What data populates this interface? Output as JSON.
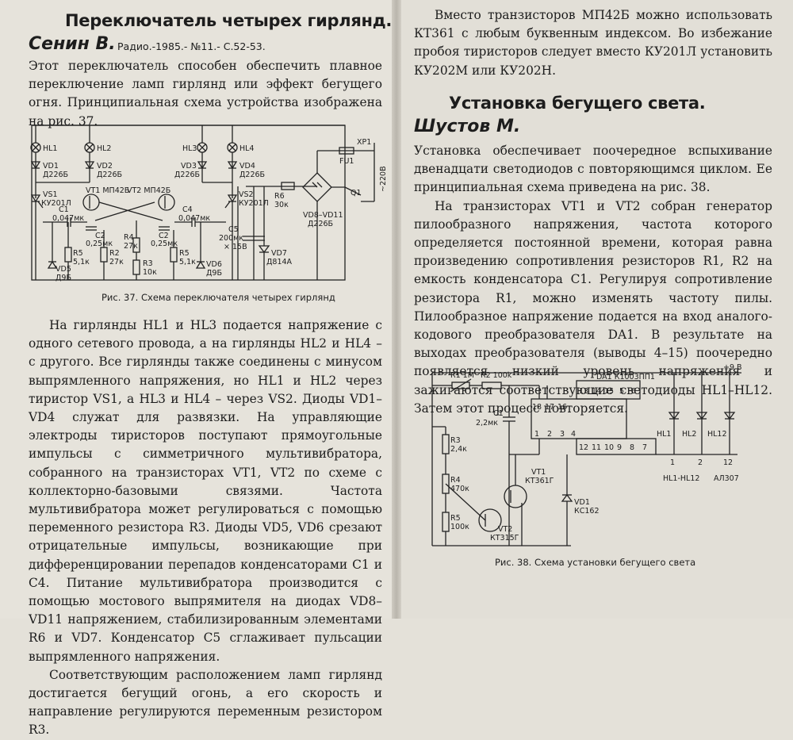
{
  "left": {
    "title": "Переключатель четырех гирлянд.",
    "author": "Сенин В.",
    "reference": "Радио.-1985.- №11.- С.52-53.",
    "intro": "Этот переключатель способен обеспечить плавное переключение ламп гирлянд или эффект бегущего огня. Принципиальная схема устройства изображена на рис. 37.",
    "figure_caption": "Рис. 37. Схема переключателя четырех гирлянд",
    "paragraph_1": "На гирлянды HL1 и HL3 подается напряжение с одного сетевого провода, а на гирлянды HL2 и HL4 – с другого. Все гирлянды также соединены с минусом выпрямленного напряжения, но HL1 и HL2 через тиристор VS1, а HL3 и HL4 – через VS2. Диоды VD1–VD4 служат для развязки. На управляющие электроды тиристоров поступают прямоугольные импульсы с симметричного мультивибратора, собранного на транзисторах VT1, VT2 по схеме с коллекторно-базовыми связями. Частота мультивибратора может регулироваться с помощью переменного резистора R3. Диоды VD5, VD6 срезают отрицательные импульсы, возникающие при дифференцировании перепадов конденсаторами C1 и C4. Питание мультивибратора производится с помощью мостового выпрямителя на диодах VD8–VD11 напряжением, стабилизированным элементами R6 и VD7. Конденсатор C5 сглаживает пульсации выпрямленного напряжения.",
    "paragraph_2": "Соответствующим расположением ламп гирлянд достигается бегущий огонь, а его скорость и направление регулируются переменным резистором R3.",
    "schematic_labels": {
      "hl1": "HL1",
      "hl2": "HL2",
      "hl3": "HL3",
      "hl4": "HL4",
      "vd1": "VD1",
      "vd2": "VD2",
      "vd3": "VD3",
      "vd4": "VD4",
      "vd_type": "Д226Б",
      "vs1": "VS1",
      "vs2": "VS2",
      "vs_type": "КУ201Л",
      "vt1": "VT1 МП42Б",
      "vt2": "VT2 МП42Б",
      "c1": "C1",
      "c1_val": "0,047мк",
      "c4": "C4",
      "c4_val": "0,047мк",
      "c2": "C2",
      "c2_val": "0,25мк",
      "c3": "C2",
      "c3_val": "0,25мк",
      "r5a": "R5",
      "r5a_val": "5,1к",
      "r2": "R2",
      "r2_val": "27к",
      "r4": "R4",
      "r4_val": "27к",
      "r3": "R3",
      "r3_val": "10к",
      "r5b": "R5",
      "r5b_val": "5,1к",
      "vd5": "VD5",
      "vd5_val": "Д9Б",
      "vd6": "VD6",
      "vd6_val": "Д9Б",
      "c5": "C5",
      "c5_val": "200мк",
      "c5_volt": "× 15В",
      "r6": "R6",
      "r6_val": "30к",
      "vd7": "VD7",
      "vd7_val": "Д814А",
      "bridge": "VD8–VD11",
      "bridge_val": "Д226Б",
      "fu1": "FU1",
      "xp1": "XP1",
      "q1": "Q1",
      "mains": "~220В"
    }
  },
  "right": {
    "top_text": "Вместо транзисторов МП42Б можно использовать КТ361 с любым буквенным индексом. Во избежание пробоя тиристоров следует вместо КУ201Л установить КУ202М или КУ202Н.",
    "title": "Установка бегущего света.",
    "author": "Шустов М.",
    "paragraph_1": "Установка обеспечивает поочередное вспыхивание двенадцати светодиодов с повторяющимся циклом. Ее принципиальная схема приведена на рис. 38.",
    "paragraph_2": "На транзисторах VT1 и VT2 собран генератор пилообразного напряжения, частота которого определяется постоянной времени, которая равна произведению сопротивления резисторов R1, R2 на емкость конденсатора C1. Регулируя сопротивление резистора R1, можно изменять частоту пилы. Пилообразное напряжение подается на вход аналого-кодового преобразователя DA1. В результате на выходах преобразователя (выводы 4–15) поочередно появляется низкий уровень напряжения и зажигаются соответствующие светодиоды HL1–HL12. Затем этот процесс повторяется.",
    "figure_caption": "Рис. 38. Схема установки бегущего света",
    "schematic_labels": {
      "supply": "+9 В",
      "r1": "R1 1М",
      "r2": "R2 100k",
      "c1": "C1",
      "c1_val": "2,2мк",
      "r3": "R3",
      "r3_val": "2,4к",
      "r4": "R4",
      "r4_val": "470к",
      "r5": "R5",
      "r5_val": "100к",
      "vt1": "VT1",
      "vt1_val": "КТ361Г",
      "vt2": "VT2",
      "vt2_val": "КТ315Г",
      "vd1": "VD1",
      "vd1_val": "КС162",
      "da1": "DA1 К1003ПП1",
      "pins_top": [
        "13",
        "14",
        "15",
        "5",
        "6"
      ],
      "pins_left": [
        "18",
        "17",
        "16"
      ],
      "pins_bottom": [
        "12",
        "11",
        "10",
        "9",
        "8",
        "7"
      ],
      "pins_ic_inner": [
        "1",
        "2",
        "3",
        "4"
      ],
      "led1": "HL1",
      "led2": "HL2",
      "led12": "HL12",
      "out_pins": [
        "1",
        "2",
        "12"
      ],
      "led_group": "HL1-HL12",
      "led_type": "АЛ307"
    }
  }
}
